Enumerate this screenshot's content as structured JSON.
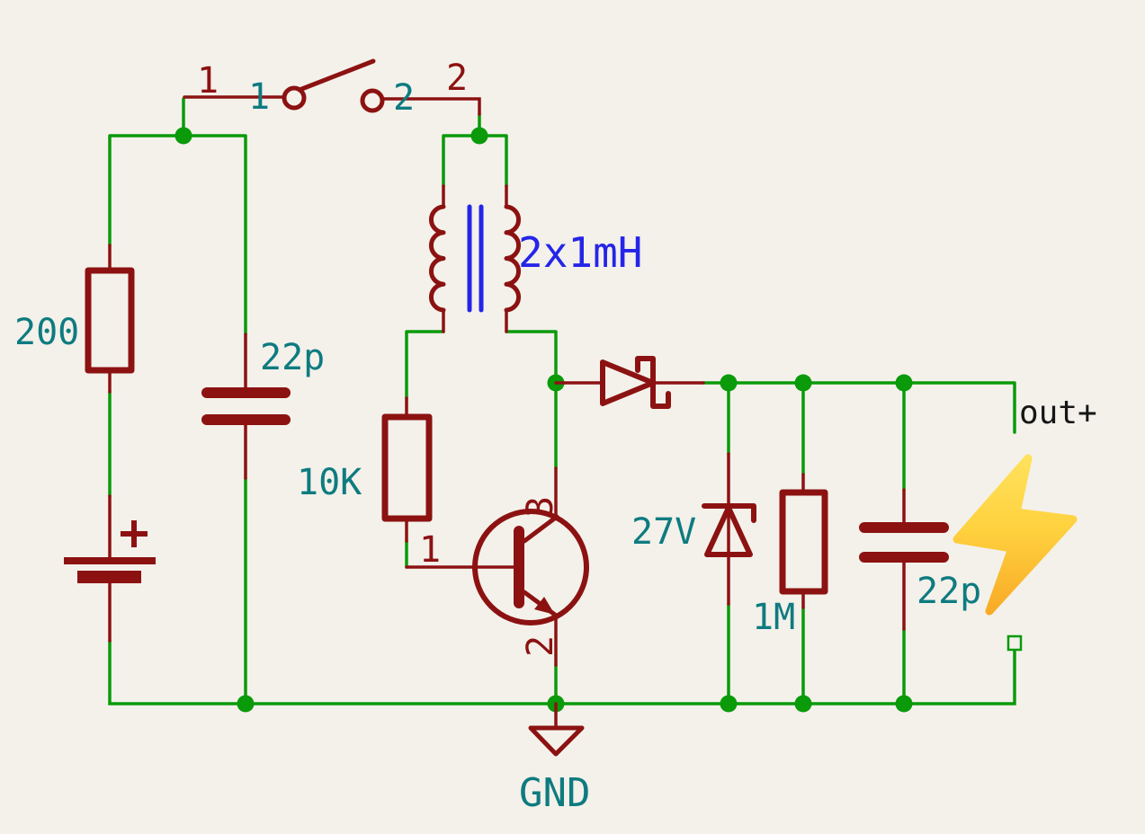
{
  "colors": {
    "background": "#f3f1ea",
    "wire_green": "#0a9a0a",
    "component_red": "#8c1212",
    "field_teal": "#0e7b80",
    "inductance_blue": "#2525e8",
    "label_black": "#161616",
    "bolt_top": "#ffe15c",
    "bolt_bottom": "#f8ab27"
  },
  "components": {
    "switch": {
      "pin1_red": "1",
      "pin1_teal": "1",
      "pin2_teal": "2",
      "pin2_red": "2"
    },
    "r_input": {
      "value": "200"
    },
    "c_input": {
      "value": "22p"
    },
    "transformer": {
      "value": "2x1mH"
    },
    "r_base": {
      "value": "10K"
    },
    "transistor": {
      "pin_base": "1",
      "pin_emitter": "2",
      "pin_collector": "3"
    },
    "d_zener": {
      "value": "27V"
    },
    "r_load": {
      "value": "1M"
    },
    "c_output": {
      "value": "22p"
    }
  },
  "labels": {
    "output": "out+",
    "ground": "GND"
  },
  "icons": {
    "lightning_bolt": "⚡"
  }
}
